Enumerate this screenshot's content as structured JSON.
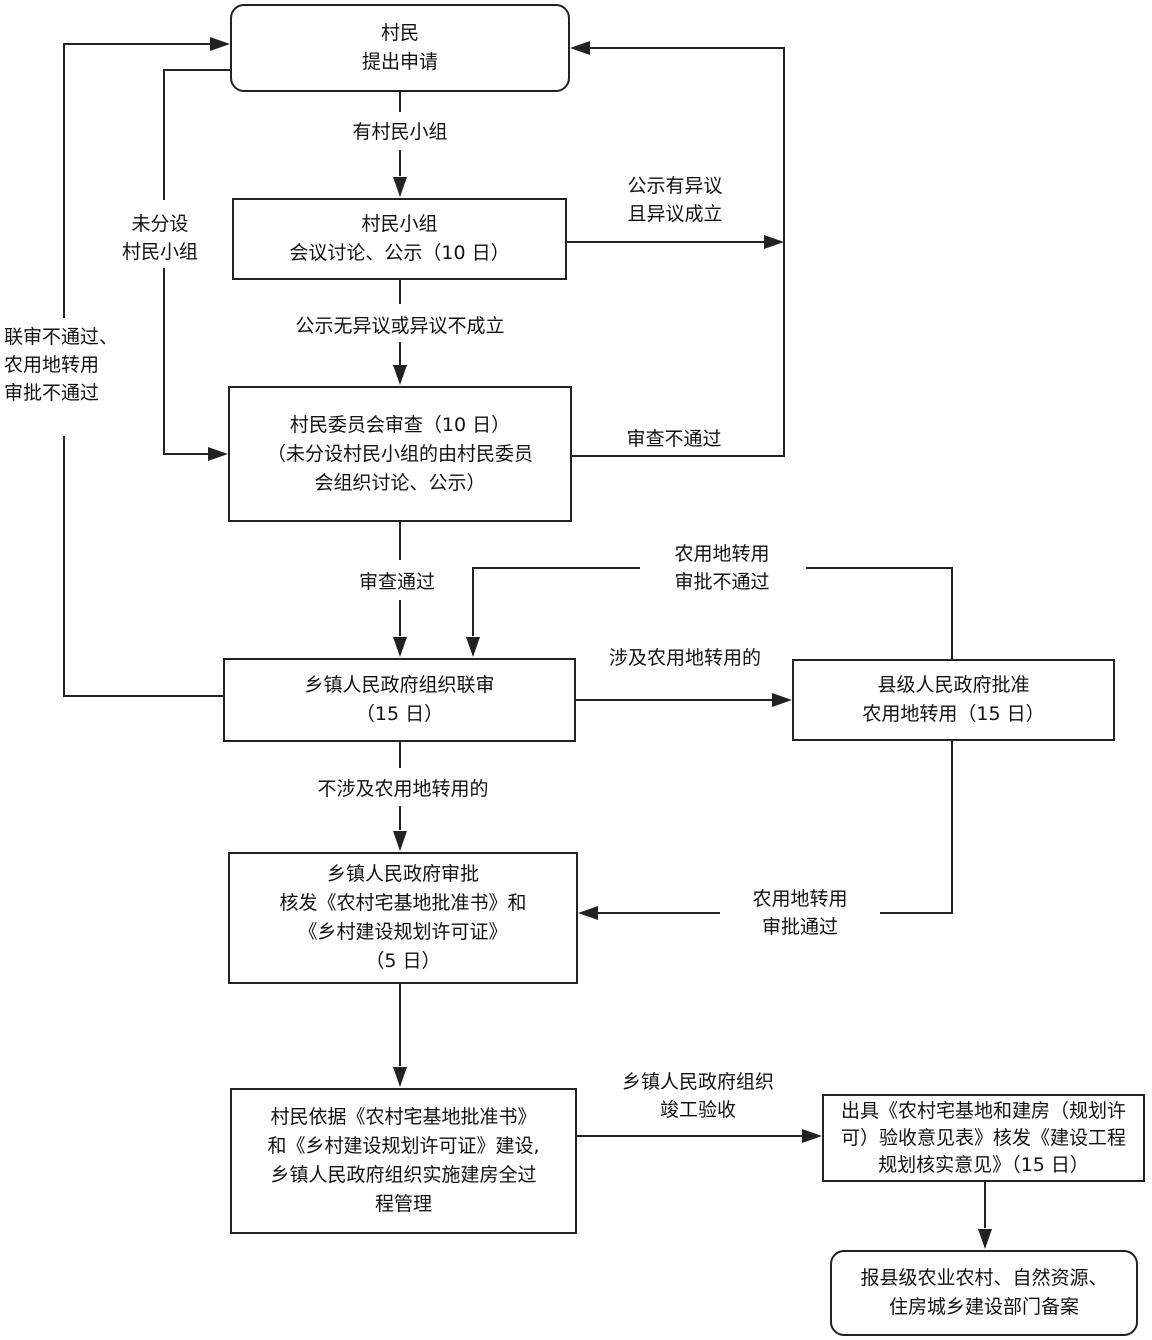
{
  "nodes": {
    "apply": [
      "村民",
      "提出申请"
    ],
    "group_meeting": [
      "村民小组",
      "会议讨论、公示（10 日）"
    ],
    "committee_review": [
      "村民委员会审查（10 日）",
      "（未分设村民小组的由村民委员",
      "会组织讨论、公示）"
    ],
    "township_joint_review": [
      "乡镇人民政府组织联审",
      "（15 日）"
    ],
    "county_approval": [
      "县级人民政府批准",
      "农用地转用（15 日）"
    ],
    "township_approval": [
      "乡镇人民政府审批",
      "核发《农村宅基地批准书》和",
      "《乡村建设规划许可证》",
      "（5 日）"
    ],
    "construction": [
      "村民依据《农村宅基地批准书》",
      "和《乡村建设规划许可证》建设,",
      "乡镇人民政府组织实施建房全过",
      "程管理"
    ],
    "acceptance_opinion": [
      "出具《农村宅基地和建房（规划许可）验收意见表》核发《建设工程规划核实意见》（15 日）"
    ],
    "filing": [
      "报县级农业农村、自然资源、",
      "住房城乡建设部门备案"
    ]
  },
  "edge_labels": {
    "has_group": [
      "有村民小组"
    ],
    "no_group": [
      "未分设",
      "村民小组"
    ],
    "objection_upheld": [
      "公示有异议",
      "且异议成立"
    ],
    "no_objection": [
      "公示无异议或异议不成立"
    ],
    "joint_review_failed": [
      "联审不通过、",
      "农用地转用",
      "审批不通过"
    ],
    "review_failed": [
      "审查不通过"
    ],
    "review_passed": [
      "审查通过"
    ],
    "farmland_failed": [
      "农用地转用",
      "审批不通过"
    ],
    "involves_farmland": [
      "涉及农用地转用的"
    ],
    "not_involves_farmland": [
      "不涉及农用地转用的"
    ],
    "farmland_passed": [
      "农用地转用",
      "审批通过"
    ],
    "completion_acceptance": [
      "乡镇人民政府组织",
      "竣工验收"
    ]
  },
  "colors": {
    "line": "#222222",
    "box_border": "#222222",
    "text": "#111111"
  }
}
